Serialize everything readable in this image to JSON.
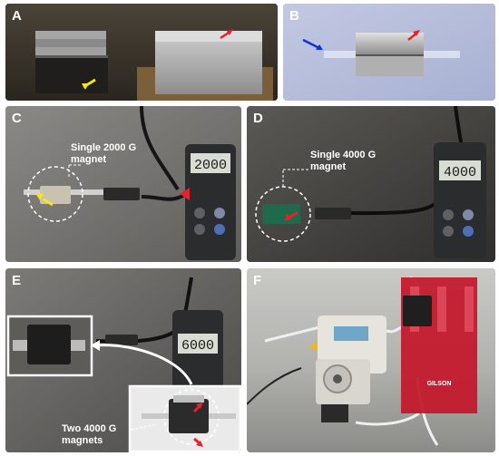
{
  "panels": {
    "a": {
      "letter": "A"
    },
    "b": {
      "letter": "B"
    },
    "c": {
      "letter": "C",
      "caption": "Single 2000 G\nmagnet",
      "meter_reading": "2000"
    },
    "d": {
      "letter": "D",
      "caption": "Single 4000 G\nmagnet",
      "meter_reading": "4000"
    },
    "e": {
      "letter": "E",
      "caption": "Two 4000 G\nmagnets",
      "meter_reading": "6000"
    },
    "f": {
      "letter": "F",
      "cabinet_label": "GILSON"
    }
  },
  "colors": {
    "arrow_yellow": "#f5e51b",
    "arrow_red": "#e8202a",
    "arrow_blue": "#1530d8",
    "marker_amber": "#f2b61a"
  }
}
